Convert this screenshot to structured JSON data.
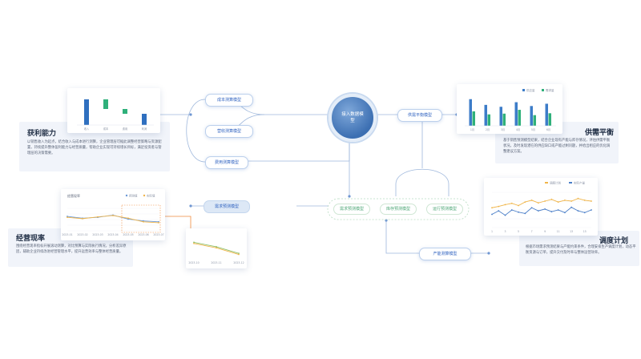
{
  "hub": {
    "label": "接入数据模型"
  },
  "nodes": {
    "top_left": "成本测算模型",
    "mid_left": "营收测算模型",
    "low_left": "费用测算模型",
    "right": "供需平衡模型",
    "forecast": "需求预测模型",
    "bottom_right": "产能测算模型"
  },
  "sub_models": [
    "需求预测模型",
    "库存预测模型",
    "运行预测模型"
  ],
  "panels": {
    "profit": {
      "title": "获利能力",
      "text": "以销售收入为起点，结合收入与成本进行测算，企业管理层可据此调整经营策略与资源配置，持续提升整体盈利能力与经营质量，帮助企业实现可持续增长目标，满足投资者与管理层的决策需要。"
    },
    "supply": {
      "title": "供需平衡",
      "text": "基于销售预测模型结果，结合企业现有产能与库存情况，评估供需平衡状况，及时发现潜在的供应缺口或产能过剩问题，并给出相应的优化调整建议方案。"
    },
    "ops": {
      "title": "经营现率",
      "text": "围绕经营现率指标开展滚动测算，对比预算与实际执行情况，分析差异原因，辅助企业持续改进经营管理水平，提升运营效率与整体经营质量。"
    },
    "plan": {
      "title": "调度计划",
      "text": "根据市场需求预测结果与产能约束条件，合理安排生产调度计划，动态平衡资源与订单，提升交付及时率与整体运营效率。"
    }
  },
  "chart_data": [
    {
      "type": "bar",
      "categories": [
        "收入",
        "成本",
        "费用",
        "利润"
      ],
      "values": [
        80,
        30,
        15,
        35
      ]
    },
    {
      "type": "bar",
      "categories": [
        "1月",
        "2月",
        "3月",
        "4月",
        "5月",
        "6月"
      ],
      "series": [
        {
          "name": "供应量",
          "values": [
            70,
            55,
            50,
            62,
            52,
            58
          ]
        },
        {
          "name": "需求量",
          "values": [
            38,
            30,
            32,
            42,
            28,
            33
          ]
        }
      ],
      "colors": [
        "#3c7cc8",
        "#2fb07a"
      ]
    },
    {
      "type": "line",
      "title": "经营现率",
      "categories": [
        "2023-01",
        "2023-02",
        "2023-03",
        "2023-04",
        "2023-05",
        "2023-06",
        "2023-07"
      ],
      "series": [
        {
          "name": "预测值",
          "values": [
            52,
            48,
            50,
            55,
            46,
            42,
            40
          ]
        },
        {
          "name": "实际值",
          "values": [
            50,
            47,
            51,
            54,
            48,
            40,
            38
          ]
        }
      ],
      "colors": [
        "#6a98d8",
        "#f0b54a"
      ]
    },
    {
      "type": "line",
      "categories": [
        "2023-10",
        "2023-11",
        "2023-12"
      ],
      "series": [
        {
          "name": "预测值",
          "values": [
            60,
            52,
            40
          ]
        },
        {
          "name": "实际值",
          "values": [
            58,
            50,
            38
          ]
        }
      ],
      "colors": [
        "#8fc06a",
        "#f0b54a"
      ]
    },
    {
      "type": "line",
      "categories": [
        "1",
        "2",
        "3",
        "4",
        "5",
        "6",
        "7",
        "8",
        "9",
        "10",
        "11",
        "12",
        "13",
        "14",
        "15",
        "16"
      ],
      "series": [
        {
          "name": "调度计划",
          "values": [
            45,
            48,
            52,
            55,
            50,
            58,
            62,
            56,
            60,
            64,
            58,
            62,
            60,
            66,
            62,
            60
          ]
        },
        {
          "name": "实际产量",
          "values": [
            30,
            38,
            28,
            40,
            35,
            32,
            45,
            38,
            42,
            36,
            40,
            34,
            46,
            38,
            34,
            40
          ]
        }
      ],
      "colors": [
        "#f0b54a",
        "#4a7ec8"
      ],
      "ylim": [
        0,
        80
      ]
    }
  ]
}
